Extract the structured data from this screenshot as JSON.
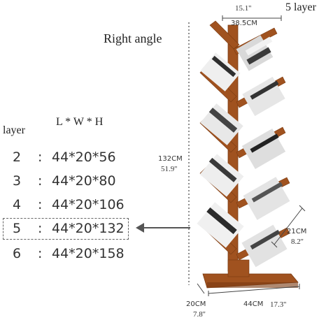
{
  "header": {
    "layer_count_label": "5 layer",
    "right_angle_label": "Right angle"
  },
  "size_table": {
    "layer_header": "layer",
    "dims_header": "L * W * H",
    "rows": [
      {
        "layer": "2",
        "sep": ":",
        "dims": "44*20*56"
      },
      {
        "layer": "3",
        "sep": ":",
        "dims": "44*20*80"
      },
      {
        "layer": "4",
        "sep": ":",
        "dims": "44*20*106"
      },
      {
        "layer": "5",
        "sep": ":",
        "dims": "44*20*132"
      },
      {
        "layer": "6",
        "sep": ":",
        "dims": "44*20*158"
      }
    ]
  },
  "dimensions": {
    "top_shelf_in": "15.1''",
    "top_shelf_cm": "38.5CM",
    "height_cm": "132CM",
    "height_in": "51.9''",
    "shelf_depth_cm": "21CM",
    "shelf_depth_in": "8.2''",
    "base_depth_cm": "20CM",
    "base_depth_in": "7.8''",
    "base_width_cm": "44CM",
    "base_width_in": "17.3''"
  },
  "colors": {
    "wood": "#a0521f",
    "wood_dark": "#7a3b12",
    "arrow": "#555555"
  }
}
